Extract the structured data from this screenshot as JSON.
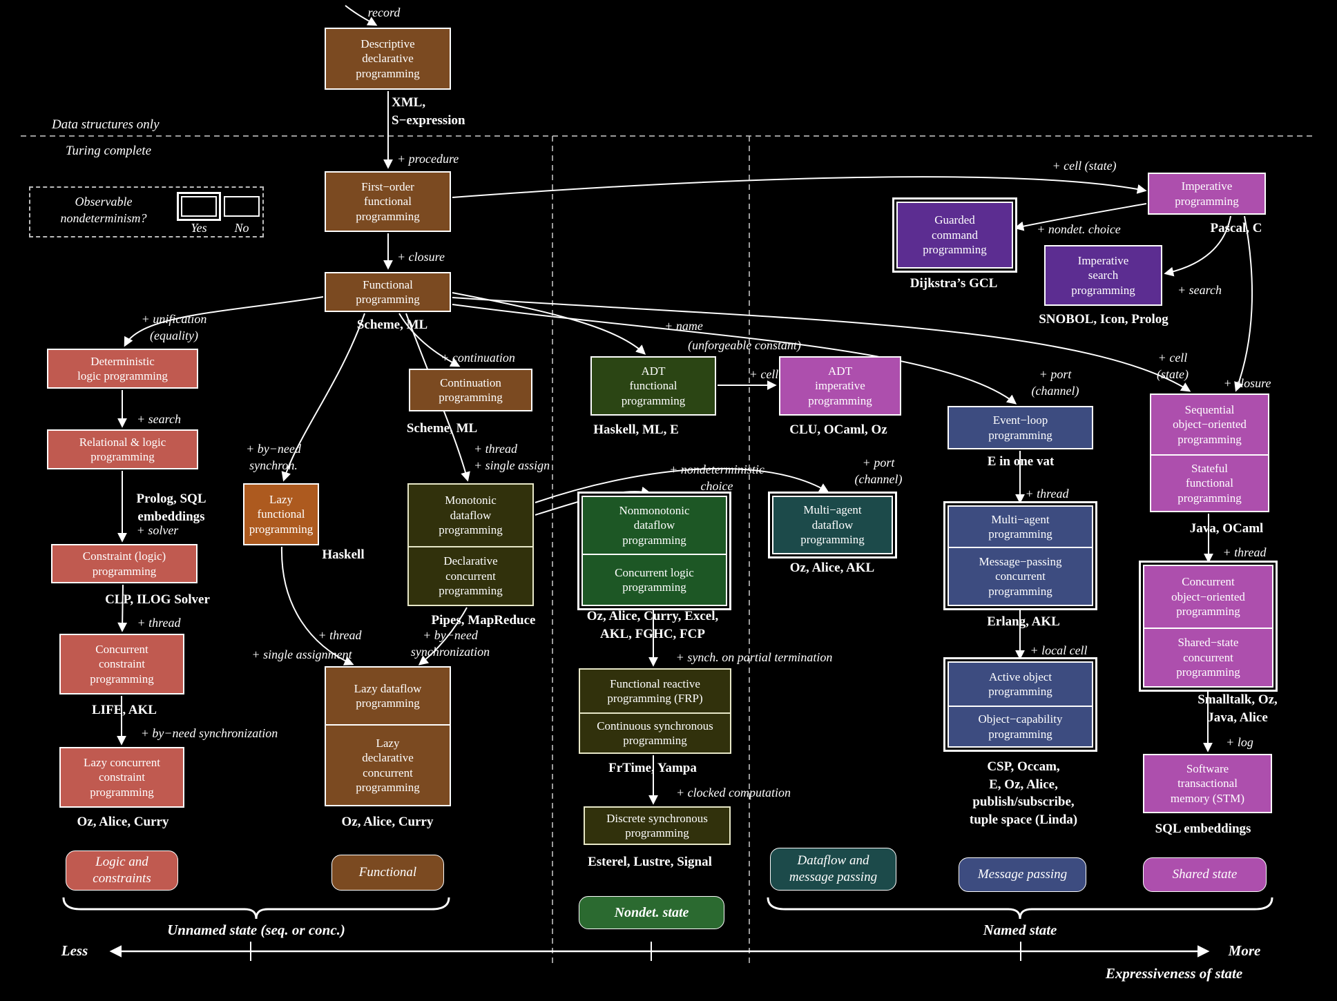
{
  "colors": {
    "brown": "#7b4a21",
    "orange": "#ad5a1f",
    "red": "#c05a50",
    "olive": "#31310c",
    "olive_border": "#e8e8c8",
    "dkgreen": "#2b4514",
    "green": "#1d5725",
    "green2": "#2b6a30",
    "teal": "#1c4a4a",
    "navy": "#3d4c80",
    "violet": "#5c2d91",
    "magenta": "#ad4fad",
    "line": "#ffffff"
  },
  "top": {
    "record": "record",
    "data_structures": "Data structures only",
    "turing": "Turing complete"
  },
  "legend": {
    "question": "Observable\nnondeterminism?",
    "yes": "Yes",
    "no": "No"
  },
  "nodes": {
    "descriptive": {
      "label": "Descriptive\ndeclarative\nprogramming"
    },
    "first_order": {
      "label": "First−order\nfunctional\nprogramming"
    },
    "functional": {
      "label": "Functional\nprogramming"
    },
    "det_logic": {
      "label": "Deterministic\nlogic programming"
    },
    "rel_logic": {
      "label": "Relational & logic\nprogramming"
    },
    "constraint": {
      "label": "Constraint (logic)\nprogramming"
    },
    "conc_constraint": {
      "label": "Concurrent\nconstraint\nprogramming"
    },
    "lazy_conc_constraint": {
      "label": "Lazy concurrent\nconstraint\nprogramming"
    },
    "lazy_functional": {
      "label": "Lazy\nfunctional\nprogramming"
    },
    "continuation": {
      "label": "Continuation\nprogramming"
    },
    "monotonic": {
      "top": "Monotonic\ndataflow\nprogramming",
      "bottom": "Declarative\nconcurrent\nprogramming"
    },
    "lazy_dataflow": {
      "top": "Lazy dataflow\nprogramming",
      "bottom": "Lazy\ndeclarative\nconcurrent\nprogramming"
    },
    "adt_functional": {
      "label": "ADT\nfunctional\nprogramming"
    },
    "adt_imperative": {
      "label": "ADT\nimperative\nprogramming"
    },
    "nonmonotonic": {
      "top": "Nonmonotonic\ndataflow\nprogramming",
      "bottom": "Concurrent logic\nprogramming"
    },
    "frp": {
      "top": "Functional reactive\nprogramming (FRP)",
      "bottom": "Continuous synchronous\nprogramming"
    },
    "discrete": {
      "label": "Discrete synchronous\nprogramming"
    },
    "multiagent_dataflow": {
      "label": "Multi−agent\ndataflow\nprogramming"
    },
    "guarded": {
      "label": "Guarded\ncommand\nprogramming"
    },
    "imp_search": {
      "label": "Imperative\nsearch\nprogramming"
    },
    "imperative": {
      "label": "Imperative\nprogramming"
    },
    "event_loop": {
      "label": "Event−loop\nprogramming"
    },
    "multiagent_prog": {
      "top": "Multi−agent\nprogramming",
      "bottom": "Message−passing\nconcurrent\nprogramming"
    },
    "active_object": {
      "top": "Active object\nprogramming",
      "bottom": "Object−capability\nprogramming"
    },
    "seq_oo": {
      "top": "Sequential\nobject−oriented\nprogramming",
      "bottom": "Stateful\nfunctional\nprogramming"
    },
    "conc_oo": {
      "top": "Concurrent\nobject−oriented\nprogramming",
      "bottom": "Shared−state\nconcurrent\nprogramming"
    },
    "stm": {
      "label": "Software\ntransactional\nmemory (STM)"
    }
  },
  "langs": {
    "xml": "XML,\nS−expression",
    "scheme1": "Scheme, ML",
    "scheme2": "Scheme, ML",
    "prolog_sql": "Prolog, SQL\nembeddings",
    "clp": "CLP, ILOG Solver",
    "life": "LIFE, AKL",
    "ozac_left": "Oz, Alice, Curry",
    "haskell": "Haskell",
    "ozac_mid": "Oz, Alice, Curry",
    "pipes": "Pipes, MapReduce",
    "haskell_ml_e": "Haskell, ML, E",
    "clu": "CLU, OCaml, Oz",
    "oz_excel": "Oz, Alice, Curry, Excel,\nAKL, FGHC, FCP",
    "frtime": "FrTime, Yampa",
    "esterel": "Esterel, Lustre, Signal",
    "oz_alice_akl": "Oz, Alice, AKL",
    "dijkstra": "Dijkstra’s GCL",
    "snobol": "SNOBOL, Icon, Prolog",
    "pascal": "Pascal, C",
    "e_vat": "E in one vat",
    "erlang": "Erlang, AKL",
    "csp": "CSP, Occam,\nE, Oz, Alice,\npublish/subscribe,\ntuple space (Linda)",
    "java_ocaml": "Java, OCaml",
    "smalltalk": "Smalltalk, Oz,\nJava, Alice",
    "sql": "SQL embeddings"
  },
  "edges": {
    "record": "record",
    "procedure": "+ procedure",
    "closure_top": "+ closure",
    "unification": "+ unification\n(equality)",
    "search_left": "+ search",
    "solver": "+ solver",
    "thread_left": "+ thread",
    "byneed_left": "+ by−need synchronization",
    "byneed_synchron": "+ by−need\nsynchron.",
    "continuation": "+ continuation",
    "thread_assign": "+ thread\n+ single assign",
    "thread_mid": "+ thread",
    "single_assignment": "+ single assignment",
    "byneed_mid": "+ by−need\nsynchronization",
    "name": "+ name",
    "unforgeable": "(unforgeable constant)",
    "cell_small": "+ cell",
    "nondet_choice": "+ nondeterministic\nchoice",
    "port_dataflow": "+ port\n(channel)",
    "synch_partial": "+ synch. on partial termination",
    "clocked": "+ clocked computation",
    "cell_state_top": "+ cell (state)",
    "nondet_choice2": "+ nondet. choice",
    "search_right": "+ search",
    "port_channel": "+ port\n(channel)",
    "thread_right1": "+ thread",
    "local_cell": "+ local cell",
    "cell_state2": "+ cell\n(state)",
    "closure_right": "+ closure",
    "thread_right2": "+ thread",
    "log": "+ log"
  },
  "regions": {
    "logic": "Logic and\nconstraints",
    "functional": "Functional",
    "nondet": "Nondet. state",
    "dataflow_msg": "Dataflow and\nmessage passing",
    "message": "Message passing",
    "shared": "Shared state"
  },
  "bottom": {
    "unnamed": "Unnamed state (seq. or conc.)",
    "named": "Named state",
    "less": "Less",
    "more": "More",
    "axis_title": "Expressiveness of state"
  }
}
